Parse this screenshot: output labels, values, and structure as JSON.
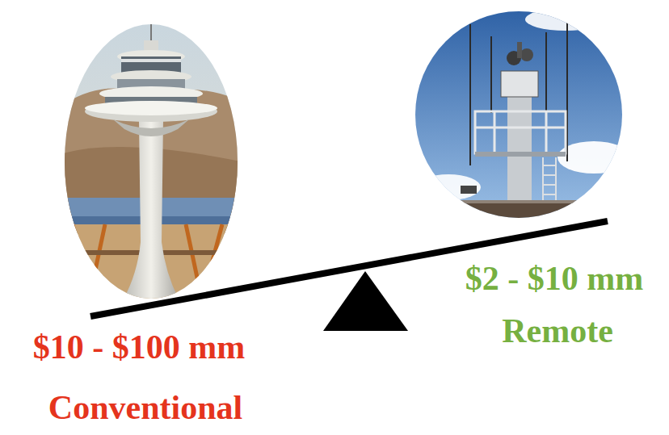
{
  "diagram": {
    "labels": [
      "$10 - $100 mm",
      "Conventional",
      "$2 - $10 mm",
      "Remote"
    ]
  }
}
